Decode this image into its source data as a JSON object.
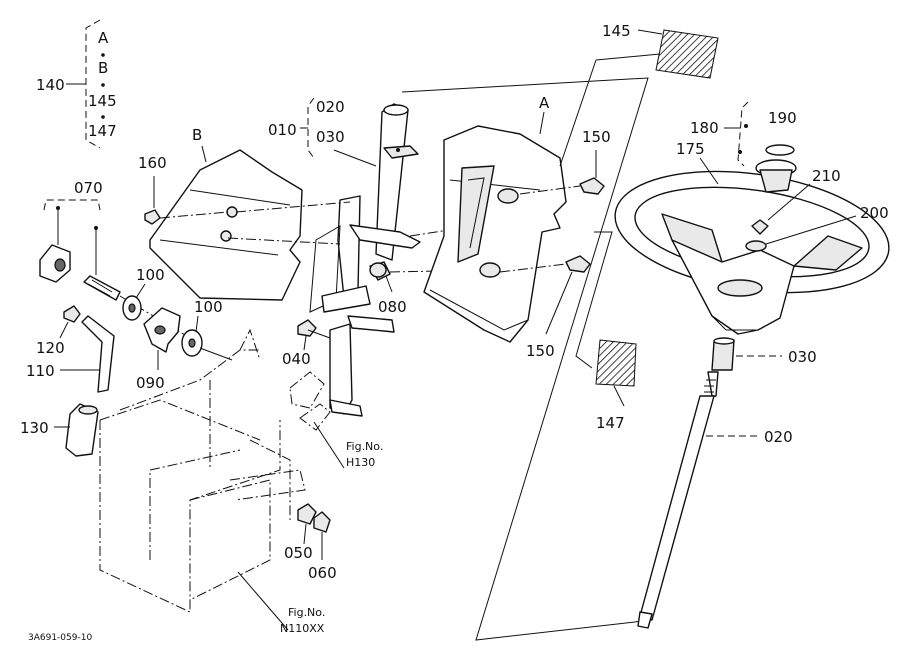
{
  "drawing_id": "3A691-059-10",
  "variant_group": {
    "number": "140",
    "items": [
      "A",
      "B",
      "145",
      "147"
    ]
  },
  "parts": {
    "p010": "010",
    "p020_upper": "020",
    "p030_upper": "030",
    "p020_lower": "020",
    "p030_lower": "030",
    "p040": "040",
    "p050": "050",
    "p060": "060",
    "p070": "070",
    "p080": "080",
    "p090": "090",
    "p100_a": "100",
    "p100_b": "100",
    "p110": "110",
    "p120": "120",
    "p130": "130",
    "p145": "145",
    "p147": "147",
    "p150_top": "150",
    "p150_bottom": "150",
    "p160": "160",
    "p175": "175",
    "p180": "180",
    "p190": "190",
    "p200": "200",
    "p210": "210"
  },
  "panel_markers": {
    "cover_a": "A",
    "cover_b": "B"
  },
  "figure_refs": {
    "h130_prefix": "Fig.No.",
    "h130_number": "H130",
    "n110_prefix": "Fig.No.",
    "n110_number": "N110XX"
  }
}
